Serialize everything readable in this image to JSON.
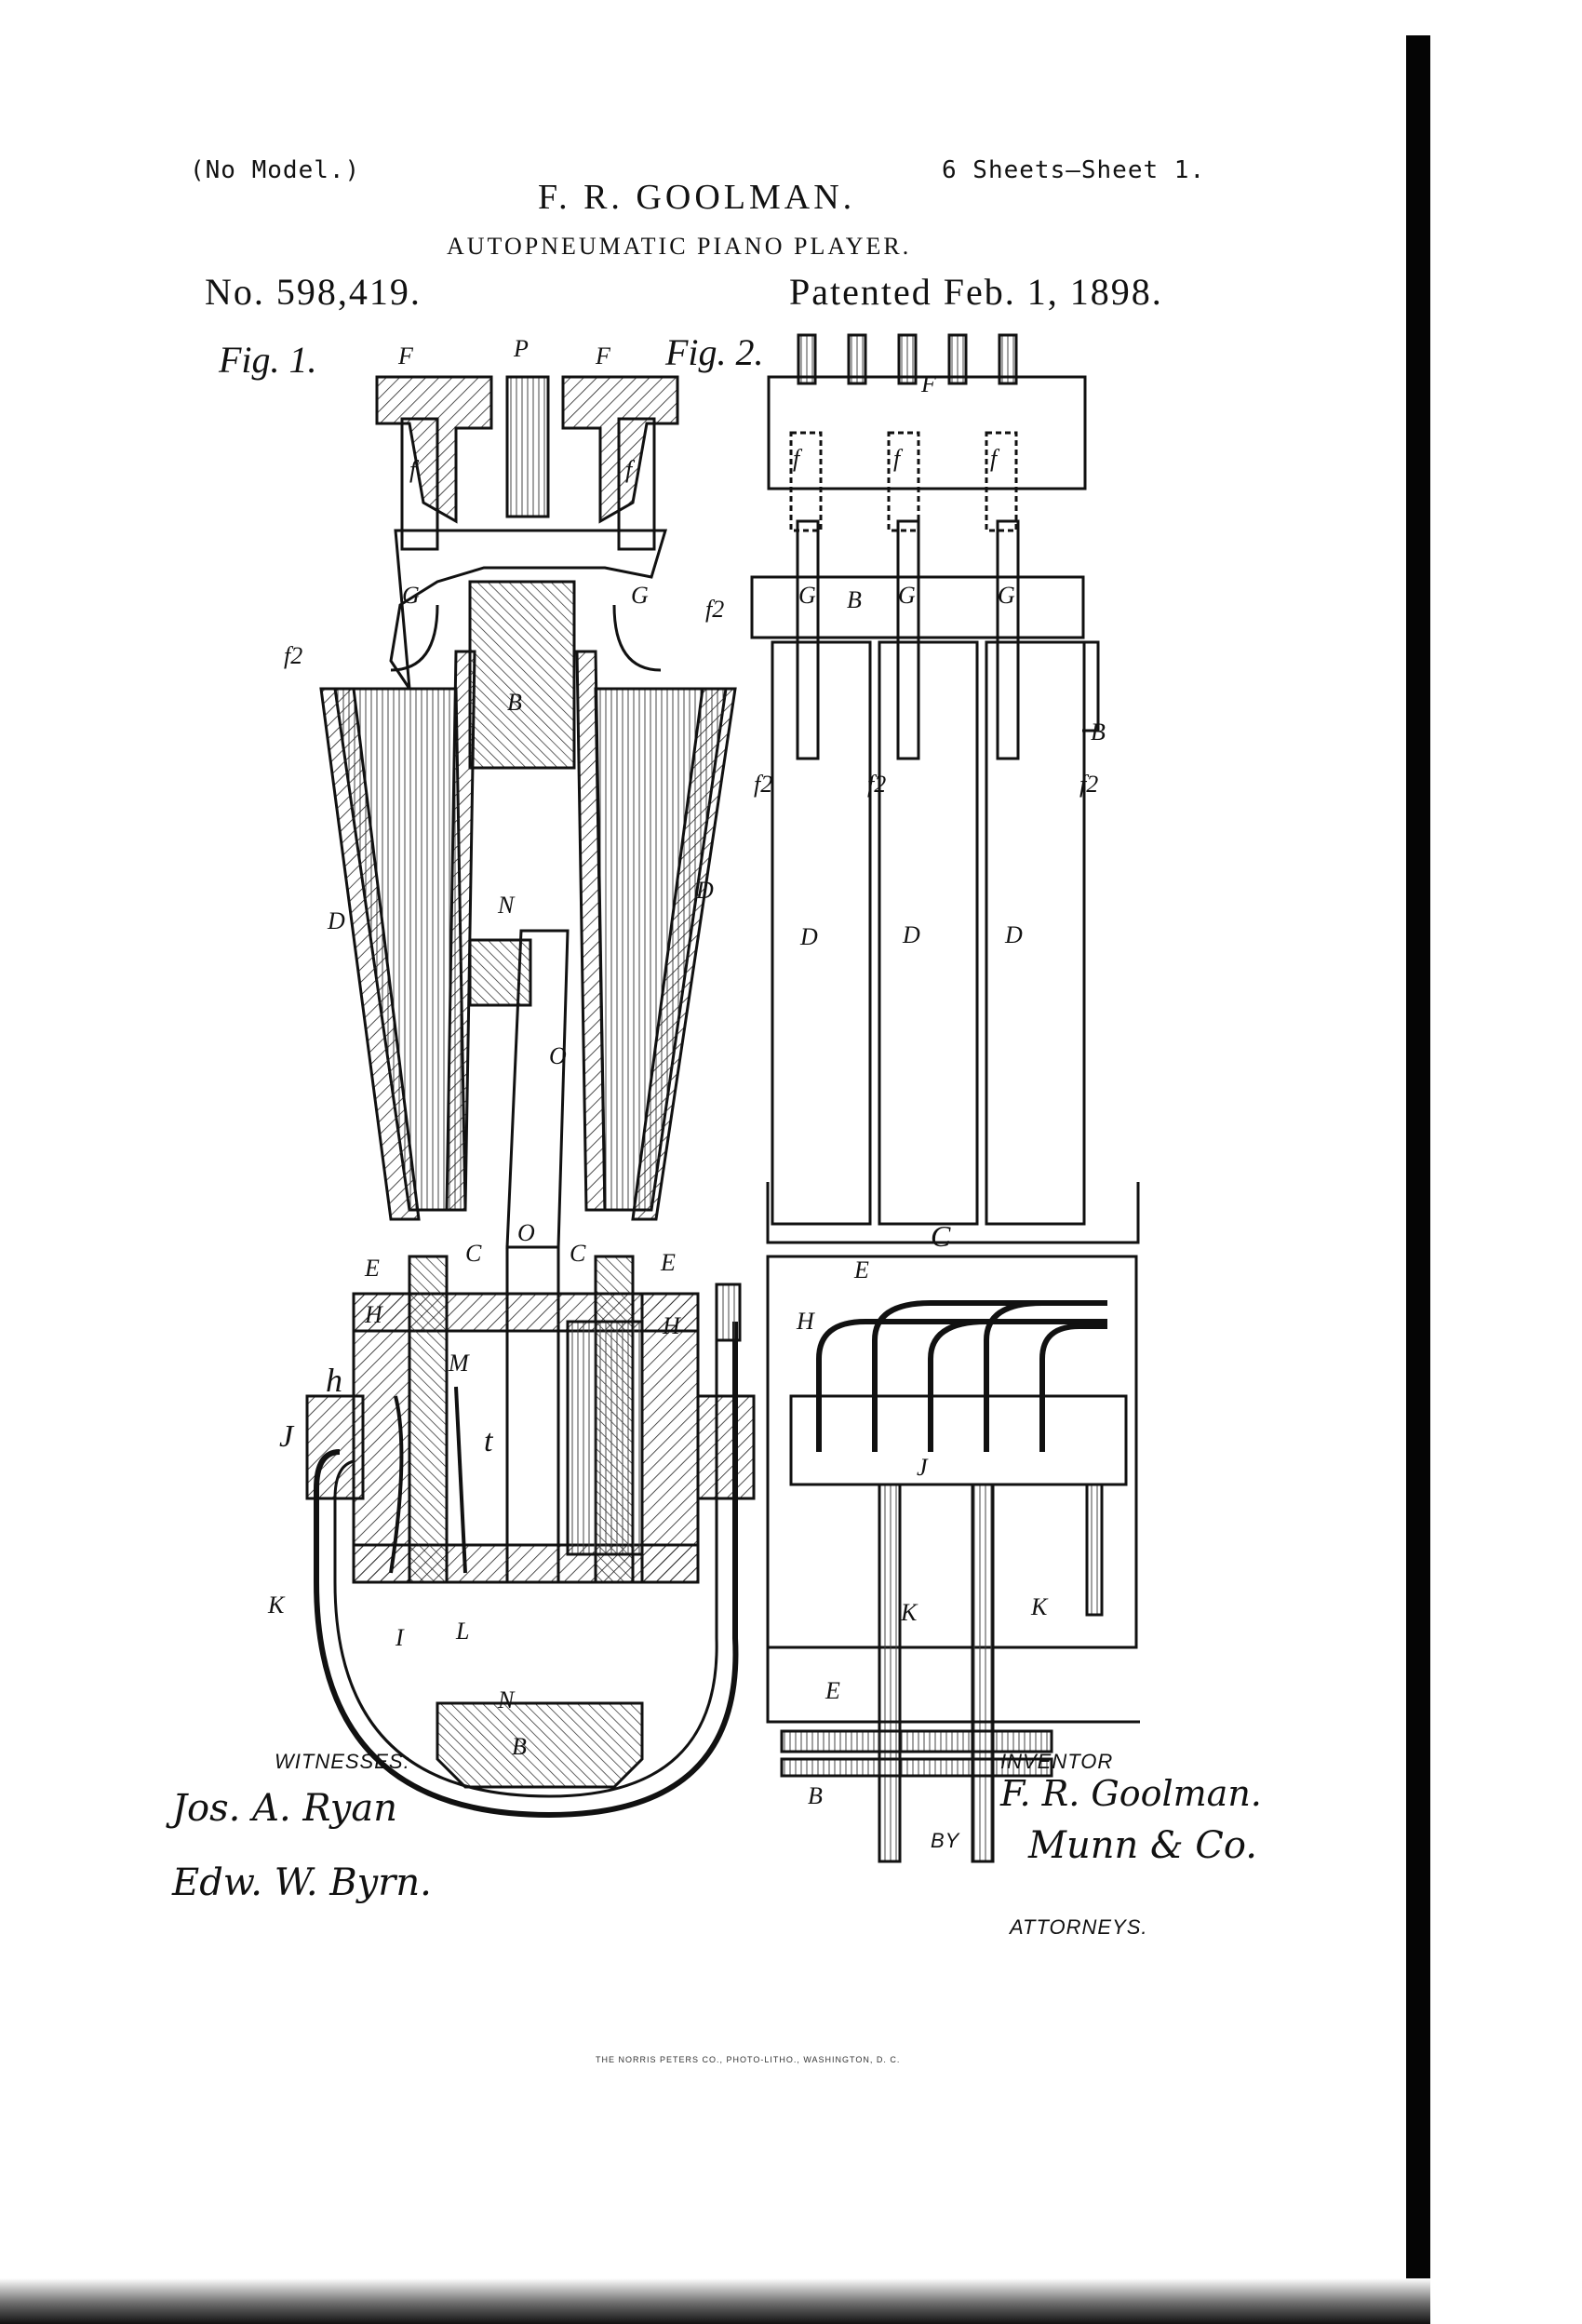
{
  "header": {
    "no_model": "(No Model.)",
    "sheets": "6 Sheets—Sheet 1.",
    "inventor": "F. R. GOOLMAN.",
    "title": "AUTOPNEUMATIC PIANO PLAYER.",
    "patent_no": "No. 598,419.",
    "patent_date": "Patented Feb. 1, 1898."
  },
  "figures": {
    "fig1": "Fig. 1.",
    "fig2": "Fig. 2."
  },
  "fig1_labels": {
    "F_left": "F",
    "P": "P",
    "F_right": "F",
    "f_left": "f",
    "f_right": "f",
    "G_left": "G",
    "G_right": "G",
    "B_top": "B",
    "f2_left": "f2",
    "f2_right": "f2",
    "D_left": "D",
    "D_right": "D",
    "N_top": "N",
    "O_upper": "O",
    "O_lower": "O",
    "C_left": "C",
    "C_right": "C",
    "E_left": "E",
    "E_right": "E",
    "H_left": "H",
    "H_right": "H",
    "h": "h",
    "M": "M",
    "t": "t",
    "J": "J",
    "K": "K",
    "I": "I",
    "L": "L",
    "N_bottom": "N",
    "B_bottom": "B"
  },
  "fig2_labels": {
    "F": "F",
    "f1": "f",
    "f2": "f",
    "f3": "f",
    "G1": "G",
    "B_mid": "B",
    "G2": "G",
    "G3": "G",
    "B_right": "B",
    "f2_a": "f2",
    "f2_b": "f2",
    "f2_c": "f2",
    "D1": "D",
    "D2": "D",
    "D3": "D",
    "C": "C",
    "E_top": "E",
    "H": "H",
    "J": "J",
    "K1": "K",
    "K2": "K",
    "E_bottom": "E",
    "B_bottom": "B"
  },
  "captions": {
    "witnesses": "WITNESSES:",
    "inventor": "INVENTOR",
    "by": "BY",
    "attorneys": "ATTORNEYS."
  },
  "signatures": {
    "witness1": "Jos. A. Ryan",
    "witness2": "Edw. W. Byrn.",
    "inventor": "F. R. Goolman.",
    "attorney": "Munn & Co."
  },
  "printer": "THE NORRIS PETERS CO., PHOTO-LITHO., WASHINGTON, D. C."
}
